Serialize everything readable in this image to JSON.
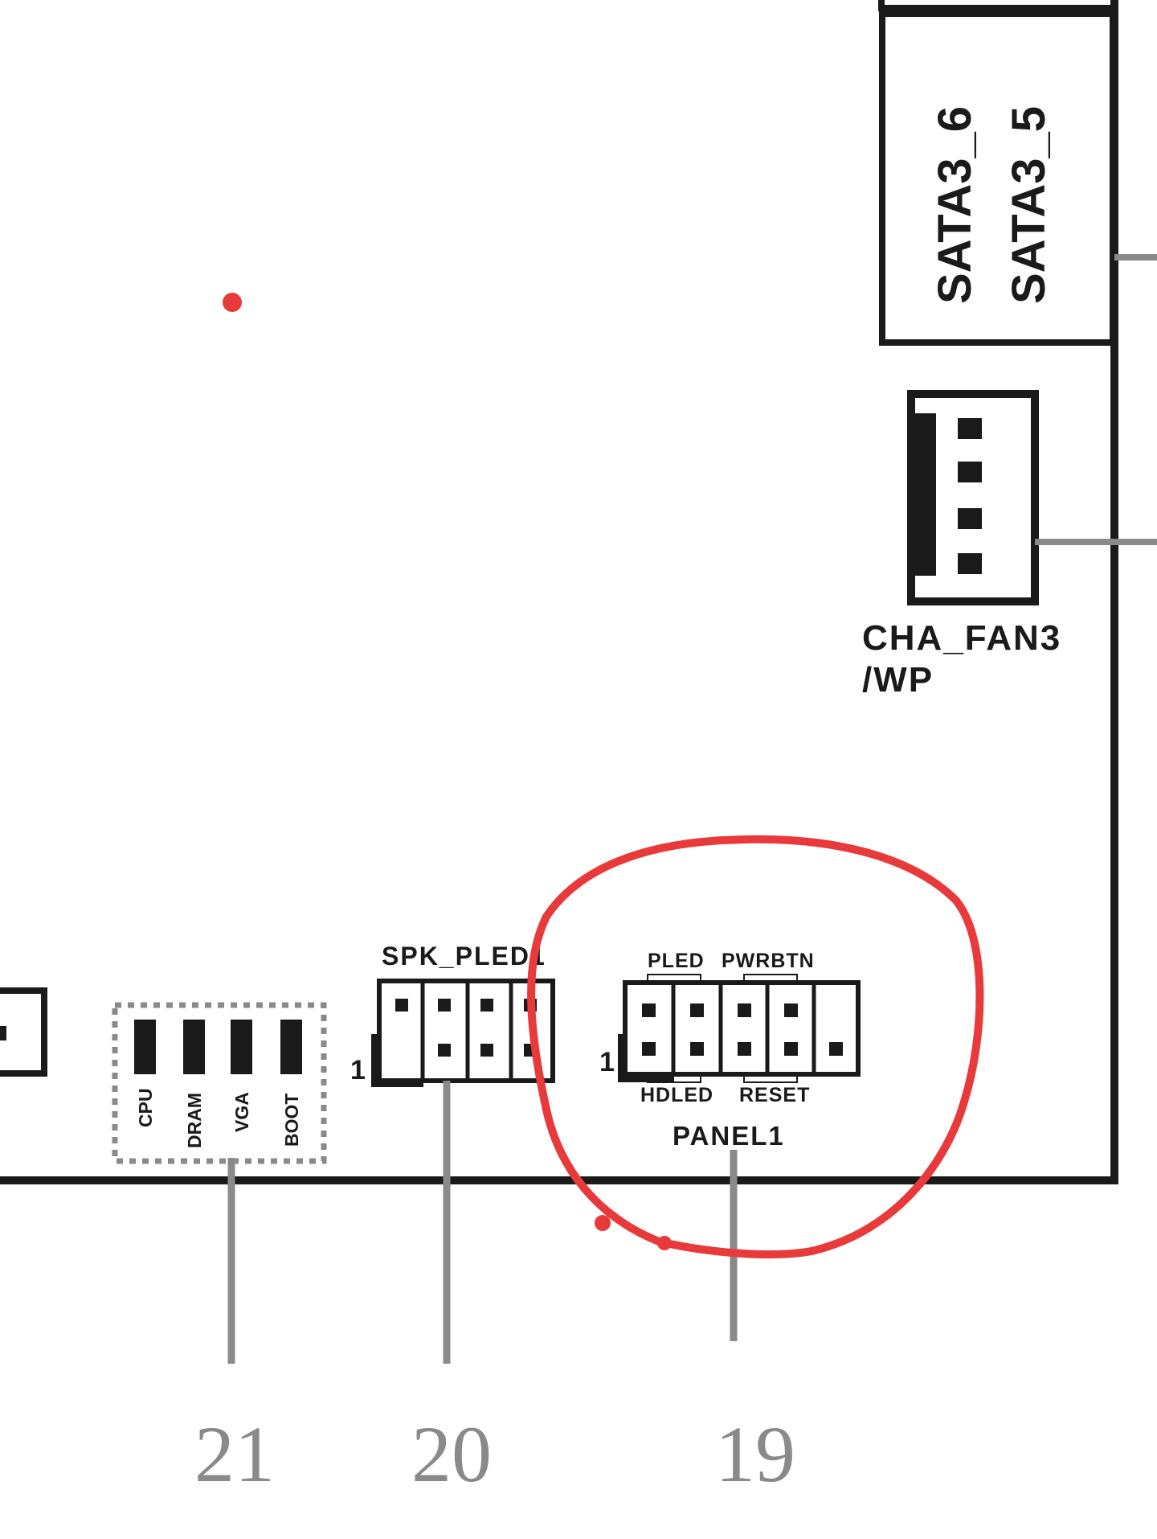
{
  "connectors": {
    "sata_top": "SATA3_6",
    "sata_bottom": "SATA3_5",
    "cha_fan_line1": "CHA_FAN3",
    "cha_fan_line2": "/WP",
    "spk_pled": "SPK_PLED1",
    "spk_pin1": "1",
    "panel": "PANEL1",
    "panel_pin1": "1",
    "panel_pled": "PLED",
    "panel_pwrbtn": "PWRBTN",
    "panel_hdled": "HDLED",
    "panel_reset": "RESET"
  },
  "qled": {
    "labels": [
      "CPU",
      "DRAM",
      "VGA",
      "BOOT"
    ]
  },
  "callouts": {
    "n21": "21",
    "n20": "20",
    "n19": "19"
  },
  "colors": {
    "outline": "#1a1a1a",
    "leader_line": "#8a8a8a",
    "annotation": "#e83a3a"
  }
}
